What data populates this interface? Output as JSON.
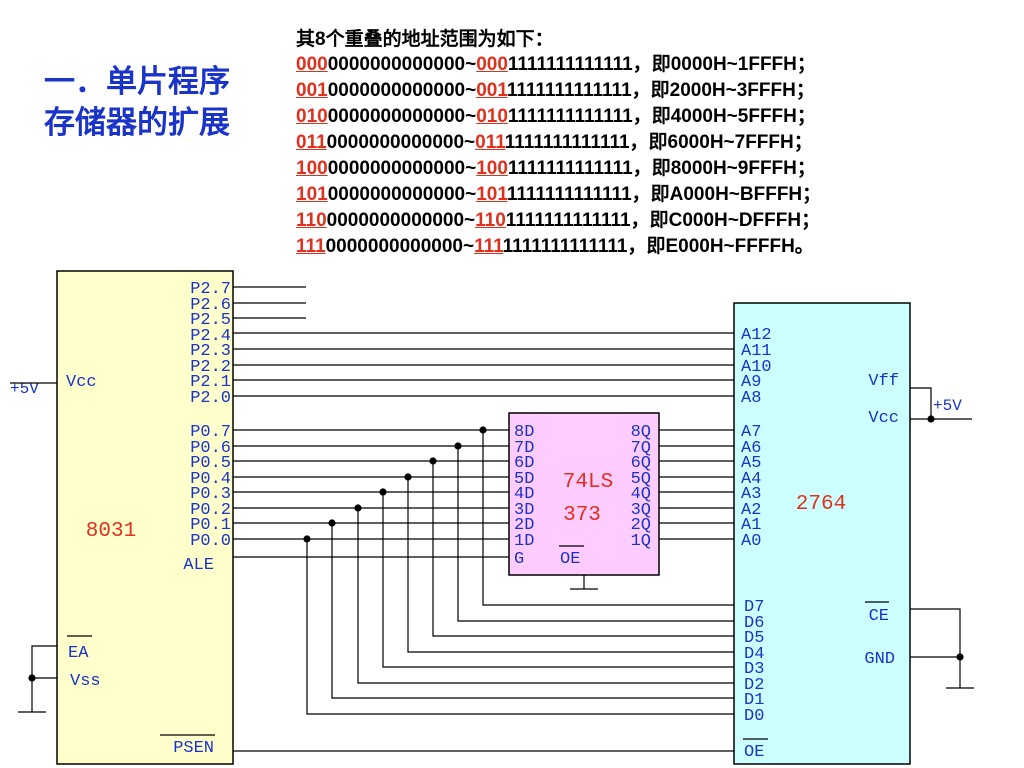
{
  "title": "一．单片程序存储器的扩展",
  "header": "其8个重叠的地址范围为如下：",
  "address_rows": [
    {
      "prefix": "000",
      "low": "0000000000000",
      "tilde": "~",
      "prefix2": "000",
      "high": "1111111111111",
      "range": "，即0000H~1FFFH；"
    },
    {
      "prefix": "001",
      "low": "0000000000000",
      "tilde": "~",
      "prefix2": "001",
      "high": "1111111111111",
      "range": "，即2000H~3FFFH；"
    },
    {
      "prefix": "010",
      "low": "0000000000000",
      "tilde": "~",
      "prefix2": "010",
      "high": "1111111111111",
      "range": "，即4000H~5FFFH；"
    },
    {
      "prefix": "011",
      "low": "0000000000000",
      "tilde": "~",
      "prefix2": "011",
      "high": "1111111111111",
      "range": "，即6000H~7FFFH；"
    },
    {
      "prefix": "100",
      "low": "0000000000000",
      "tilde": "~",
      "prefix2": "100",
      "high": "1111111111111",
      "range": "，即8000H~9FFFH；"
    },
    {
      "prefix": "101",
      "low": "0000000000000",
      "tilde": "~",
      "prefix2": "101",
      "high": "1111111111111",
      "range": "，即A000H~BFFFH；"
    },
    {
      "prefix": "110",
      "low": "0000000000000",
      "tilde": "~",
      "prefix2": "110",
      "high": "1111111111111",
      "range": "，即C000H~DFFFH；"
    },
    {
      "prefix": "111",
      "low": "0000000000000",
      "tilde": "~",
      "prefix2": "111",
      "high": "1111111111111",
      "range": "，即E000H~FFFFH。"
    }
  ],
  "mcu": {
    "name": "8031",
    "p2_pins": [
      "P2.7",
      "P2.6",
      "P2.5",
      "P2.4",
      "P2.3",
      "P2.2",
      "P2.1",
      "P2.0"
    ],
    "p0_pins": [
      "P0.7",
      "P0.6",
      "P0.5",
      "P0.4",
      "P0.3",
      "P0.2",
      "P0.1",
      "P0.0"
    ],
    "ale": "ALE",
    "vcc": "Vcc",
    "ea": "EA",
    "vss": "Vss",
    "psen": "PSEN",
    "supply": "+5V"
  },
  "latch": {
    "name_line1": "74LS",
    "name_line2": "373",
    "d_pins": [
      "8D",
      "7D",
      "6D",
      "5D",
      "4D",
      "3D",
      "2D",
      "1D"
    ],
    "q_pins": [
      "8Q",
      "7Q",
      "6Q",
      "5Q",
      "4Q",
      "3Q",
      "2Q",
      "1Q"
    ],
    "g": "G",
    "oe": "OE"
  },
  "eprom": {
    "name": "2764",
    "addr_hi": [
      "A12",
      "A11",
      "A10",
      "A9",
      "A8"
    ],
    "addr_lo": [
      "A7",
      "A6",
      "A5",
      "A4",
      "A3",
      "A2",
      "A1",
      "A0"
    ],
    "data": [
      "D7",
      "D6",
      "D5",
      "D4",
      "D3",
      "D2",
      "D1",
      "D0"
    ],
    "oe": "OE",
    "vff": "Vff",
    "vcc": "Vcc",
    "ce": "CE",
    "gnd": "GND",
    "supply": "+5V"
  },
  "colors": {
    "title": "#1a33c8",
    "red": "#e0301e",
    "pin_label": "#1a33c8",
    "chip_mcu": "#ffffcc",
    "chip_latch": "#ffccff",
    "chip_eprom": "#ccffff"
  }
}
